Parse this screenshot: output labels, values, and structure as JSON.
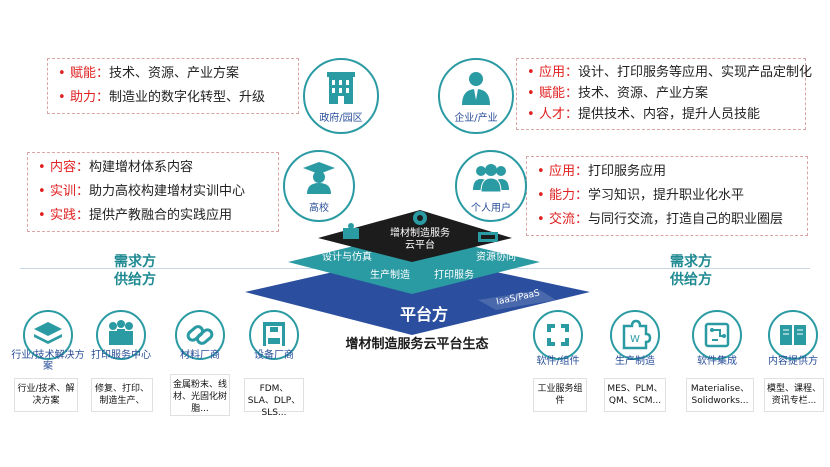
{
  "boxes": {
    "top_left": [
      {
        "key": "赋能：",
        "text": "技术、资源、产业方案"
      },
      {
        "key": "助力：",
        "text": "制造业的数字化转型、升级"
      }
    ],
    "mid_left": [
      {
        "key": "内容：",
        "text": "构建增材体系内容"
      },
      {
        "key": "实训：",
        "text": "助力高校构建增材实训中心"
      },
      {
        "key": "实践：",
        "text": "提供产教融合的实践应用"
      }
    ],
    "top_right": [
      {
        "key": "应用：",
        "text": "设计、打印服务等应用、实现产品定制化"
      },
      {
        "key": "赋能：",
        "text": "技术、资源、产业方案"
      },
      {
        "key": "人才：",
        "text": "提供技术、内容，提升人员技能"
      }
    ],
    "mid_right": [
      {
        "key": "应用：",
        "text": "打印服务应用"
      },
      {
        "key": "能力：",
        "text": "学习知识，提升职业化水平"
      },
      {
        "key": "交流：",
        "text": "与同行交流，打造自己的职业圈层"
      }
    ]
  },
  "circles": {
    "gov": "政府/园区",
    "enterprise": "企业/产业",
    "school": "高校",
    "user": "个人用户"
  },
  "platform": {
    "top_label": "增材制造服务云平台",
    "design": "设计与仿真",
    "resource": "资源协同",
    "production": "生产制造",
    "print": "打印服务",
    "iaas": "IaaS/PaaS",
    "name": "平台方",
    "subtitle": "增材制造服务云平台生态"
  },
  "sides": {
    "left": [
      "需求方",
      "供给方"
    ],
    "right": [
      "需求方",
      "供给方"
    ]
  },
  "bottom_left": [
    {
      "label": "行业/技术解决方案",
      "desc": "行业/技术、解决方案",
      "icon": "layers-icon"
    },
    {
      "label": "打印服务中心",
      "desc": "修复、打印、制造生产、",
      "icon": "team-icon"
    },
    {
      "label": "材料厂商",
      "desc": "金属粉末、线材、光固化树脂...",
      "icon": "link-icon"
    },
    {
      "label": "设备厂商",
      "desc": "FDM、SLA、DLP、SLS...",
      "icon": "printer-icon"
    }
  ],
  "bottom_right": [
    {
      "label": "软件/组件",
      "desc": "工业服务组件",
      "icon": "component-icon"
    },
    {
      "label": "生产制造",
      "desc": "MES、PLM、QM、SCM...",
      "icon": "puzzle-icon"
    },
    {
      "label": "软件集成",
      "desc": "Materialise、Solidworks...",
      "icon": "circuit-icon"
    },
    {
      "label": "内容提供方",
      "desc": "模型、课程、资讯专栏...",
      "icon": "book-icon"
    }
  ],
  "colors": {
    "accent": "#e02020",
    "teal": "#2a9aa3",
    "navy": "#2a4f9a",
    "dark": "#1f1f1f"
  }
}
